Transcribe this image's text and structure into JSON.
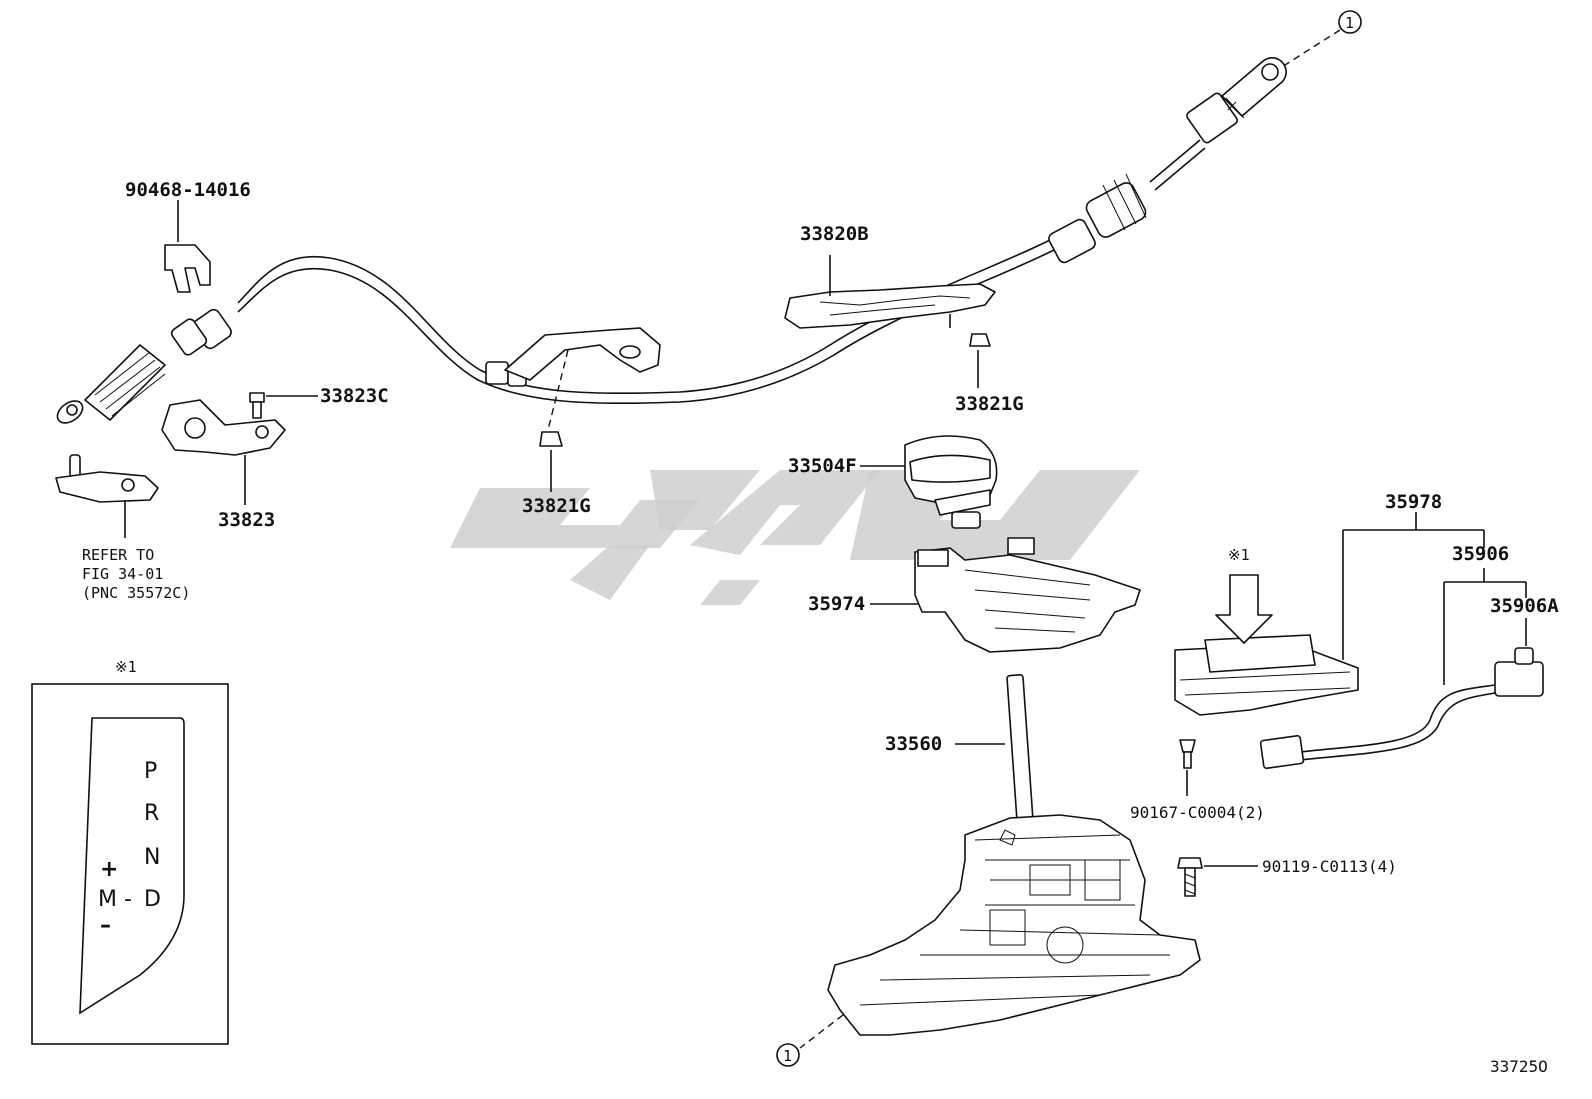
{
  "diagram": {
    "parts": {
      "p90468": "90468-14016",
      "p33823C": "33823C",
      "p33823": "33823",
      "p33821G_a": "33821G",
      "p33820B": "33820B",
      "p33821G_b": "33821G",
      "p33504F": "33504F",
      "p35974": "35974",
      "p33560": "33560",
      "p35978": "35978",
      "p35906": "35906",
      "p35906A": "35906A",
      "p90167": "90167-C0004(2)",
      "p90119": "90119-C0113(4)"
    },
    "refer_note": {
      "line1": "REFER TO",
      "line2": "FIG 34-01",
      "line3": "(PNC 35572C)"
    },
    "ref_marker": "1",
    "note_mark": "※1",
    "inset": {
      "title": "※1",
      "gears": {
        "P": "P",
        "R": "R",
        "N": "N",
        "D": "D",
        "M": "M",
        "plus": "+",
        "minus": "–",
        "dash": "-"
      }
    },
    "figure_id": "33725O"
  }
}
